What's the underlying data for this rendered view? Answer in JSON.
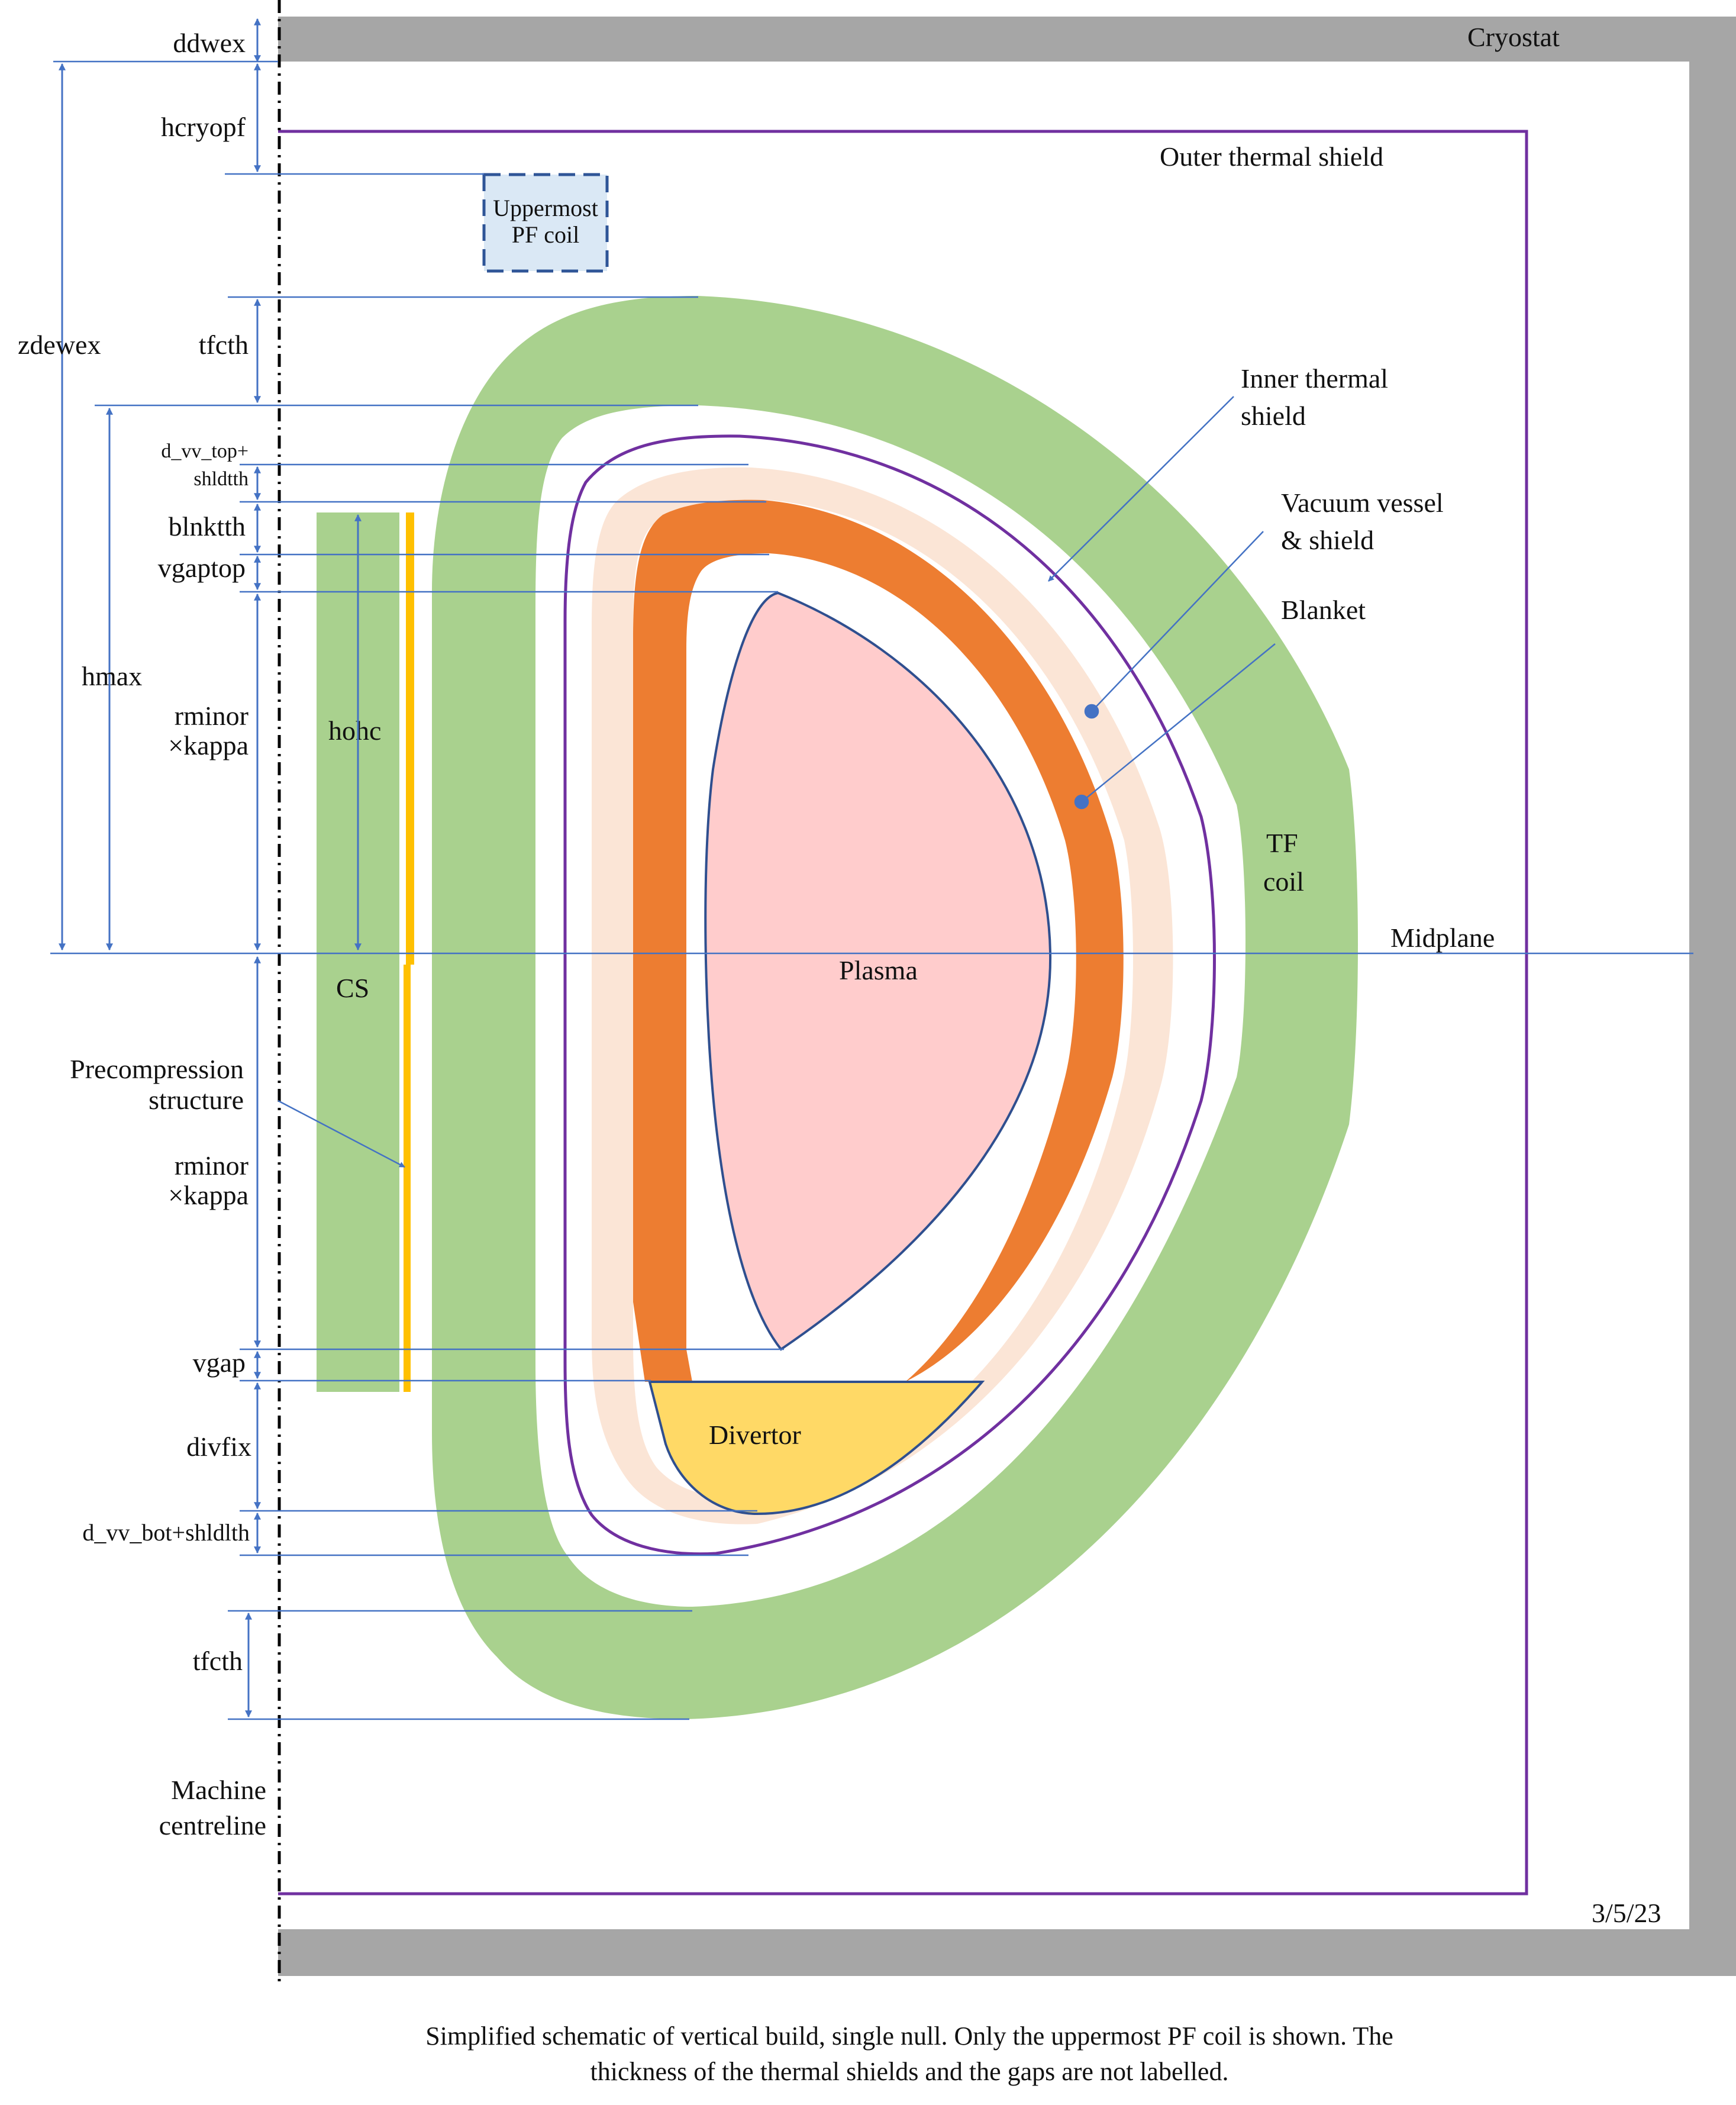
{
  "labels": {
    "cryostat": "Cryostat",
    "outer_thermal_shield": "Outer thermal shield",
    "uppermost_pf_coil_line1": "Uppermost",
    "uppermost_pf_coil_line2": "PF coil",
    "inner_thermal_shield_line1": "Inner thermal",
    "inner_thermal_shield_line2": "shield",
    "vacuum_vessel_line1": "Vacuum vessel",
    "vacuum_vessel_line2": "& shield",
    "blanket": "Blanket",
    "tf_coil_line1": "TF",
    "tf_coil_line2": "coil",
    "midplane": "Midplane",
    "plasma": "Plasma",
    "cs": "CS",
    "hohc": "hohc",
    "divertor": "Divertor",
    "precompression_line1": "Precompression",
    "precompression_line2": "structure",
    "machine_centreline_line1": "Machine",
    "machine_centreline_line2": "centreline",
    "date": "3/5/23"
  },
  "dimensions": {
    "ddwex": "ddwex",
    "hcryopf": "hcryopf",
    "zdewex": "zdewex",
    "tfcth_top": "tfcth",
    "d_vv_top_line1": "d_vv_top+",
    "d_vv_top_line2": "shldtth",
    "blnktth": "blnktth",
    "vgaptop": "vgaptop",
    "hmax": "hmax",
    "rminor_kappa_top_line1": "rminor",
    "rminor_kappa_top_line2": "×kappa",
    "rminor_kappa_bot_line1": "rminor",
    "rminor_kappa_bot_line2": "×kappa",
    "vgap": "vgap",
    "divfix": "divfix",
    "d_vv_bot": "d_vv_bot+shldlth",
    "tfcth_bot": "tfcth"
  },
  "caption": {
    "line1": "Simplified schematic of vertical build, single null.  Only the uppermost PF coil is shown.  The",
    "line2": "thickness of the thermal shields and the gaps are not labelled."
  },
  "colors": {
    "cryostat": "#a6a6a6",
    "tf_coil": "#a9d18e",
    "cs": "#a9d18e",
    "precompression": "#ffc000",
    "vacuum_vessel": "#fbe5d6",
    "blanket": "#ed7d31",
    "plasma": "#ffcccc",
    "plasma_outline": "#2f4f8f",
    "divertor": "#ffd966",
    "thermal_shield": "#7030a0",
    "pf_coil_fill": "#dae8f5",
    "pf_coil_border": "#2f5597",
    "dimension_lines": "#4472c4"
  }
}
